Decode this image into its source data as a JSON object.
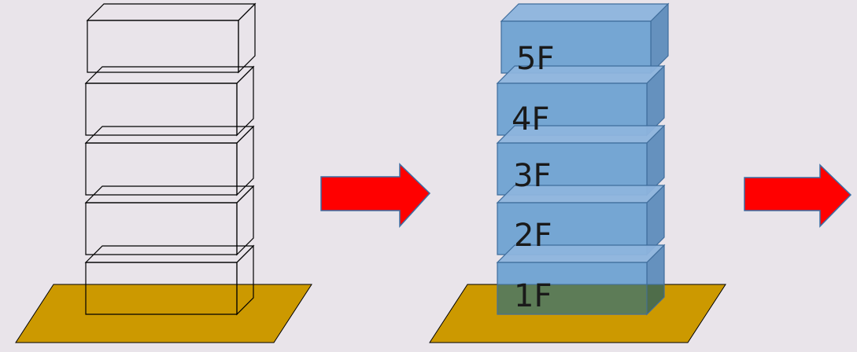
{
  "colors": {
    "background": "#e9e4ea",
    "ground": "#cc9900",
    "wireframe": "#000000",
    "floor_front": "#6fa2d2",
    "floor_top": "#8db4dd",
    "floor_side": "#5e8cbc",
    "floor_outline": "#3f6d9c",
    "overlap": "#5d7c57",
    "arrow": "#ff0000"
  },
  "left_building": {
    "floors": 5,
    "style": "wireframe"
  },
  "right_building": {
    "style": "filled",
    "floor_labels": [
      "1F",
      "2F",
      "3F",
      "4F",
      "5F"
    ]
  },
  "arrows": [
    {
      "direction": "right",
      "color": "#ff0000"
    },
    {
      "direction": "right",
      "color": "#ff0000"
    }
  ]
}
